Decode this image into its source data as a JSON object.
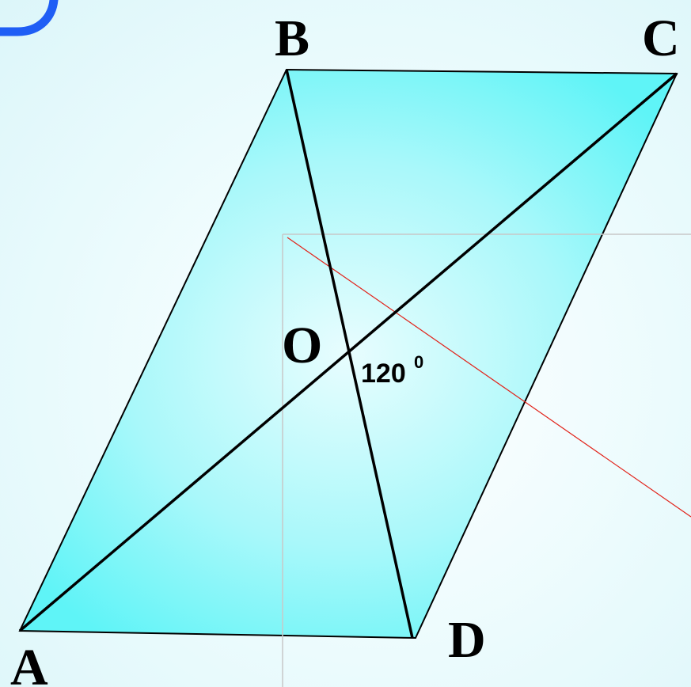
{
  "points": {
    "A": "A",
    "B": "B",
    "C": "C",
    "D": "D",
    "O": "O"
  },
  "angle": {
    "value": "120",
    "degree_mark": "0"
  },
  "colors": {
    "fill_light": "#e8fdfe",
    "fill_dark": "#5ff4f7",
    "edge": "#000000",
    "accent_curve": "#1f5ef5",
    "red_line": "#e2231a",
    "guide_line": "#c8c8c8"
  }
}
